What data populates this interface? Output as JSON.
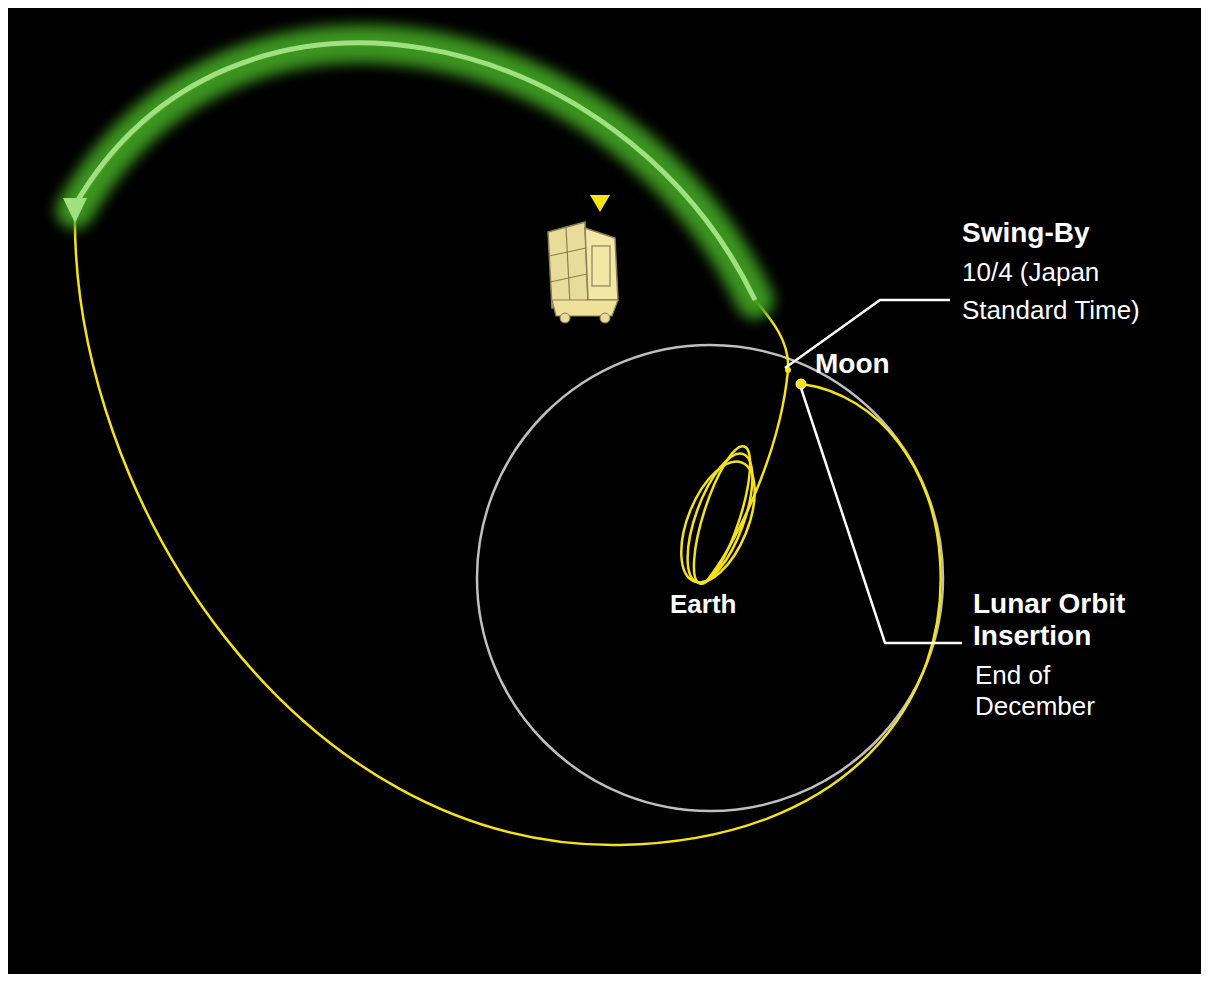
{
  "diagram": {
    "labels": [
      "Swing-By",
      "10/4 (Japan Standard Time)",
      "Moon",
      "Earth",
      "Lunar Orbit Insertion",
      "End of December"
    ]
  }
}
